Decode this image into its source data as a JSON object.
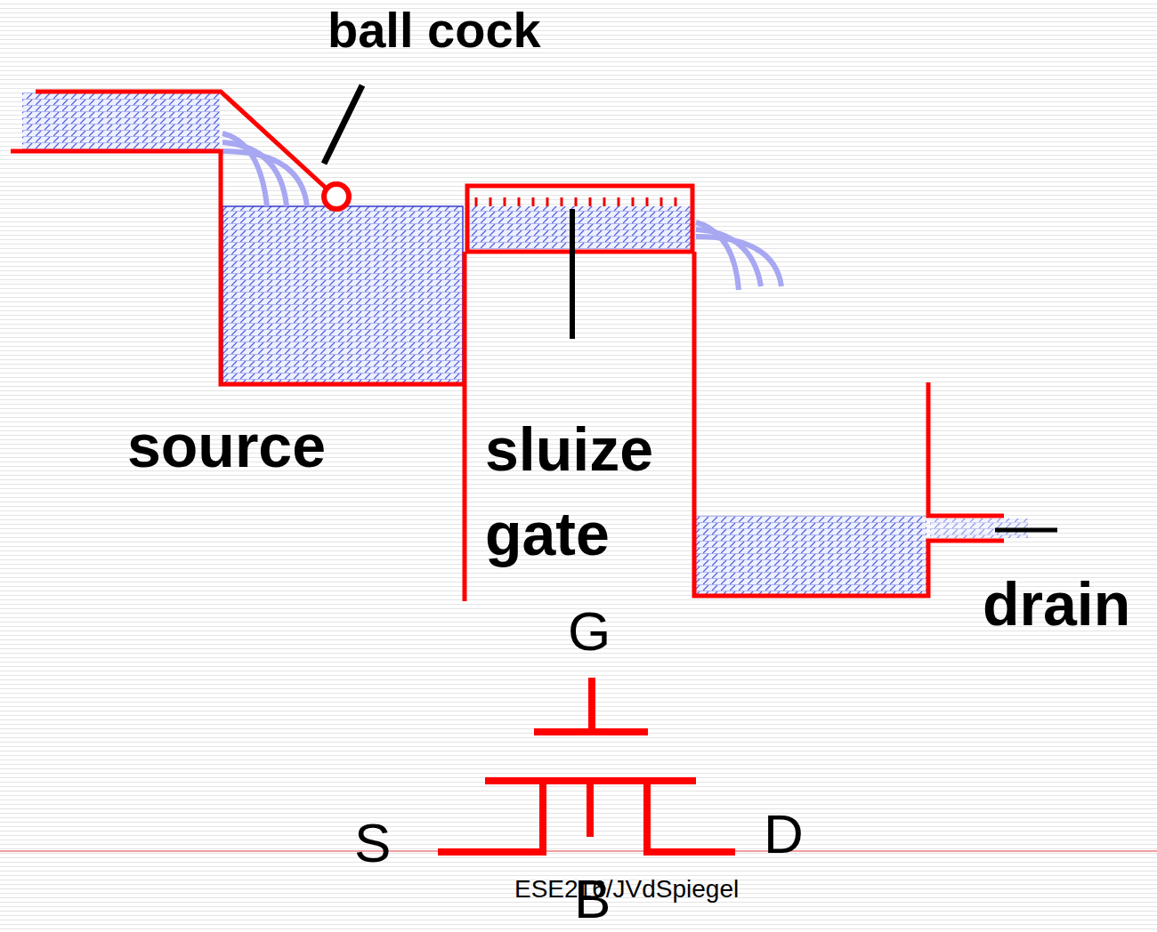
{
  "diagram": {
    "labels": [
      "ball cock",
      "source",
      "sluize gate",
      "drain",
      "G",
      "S",
      "D",
      "ESE216/JVdSpiegel",
      "B"
    ]
  }
}
